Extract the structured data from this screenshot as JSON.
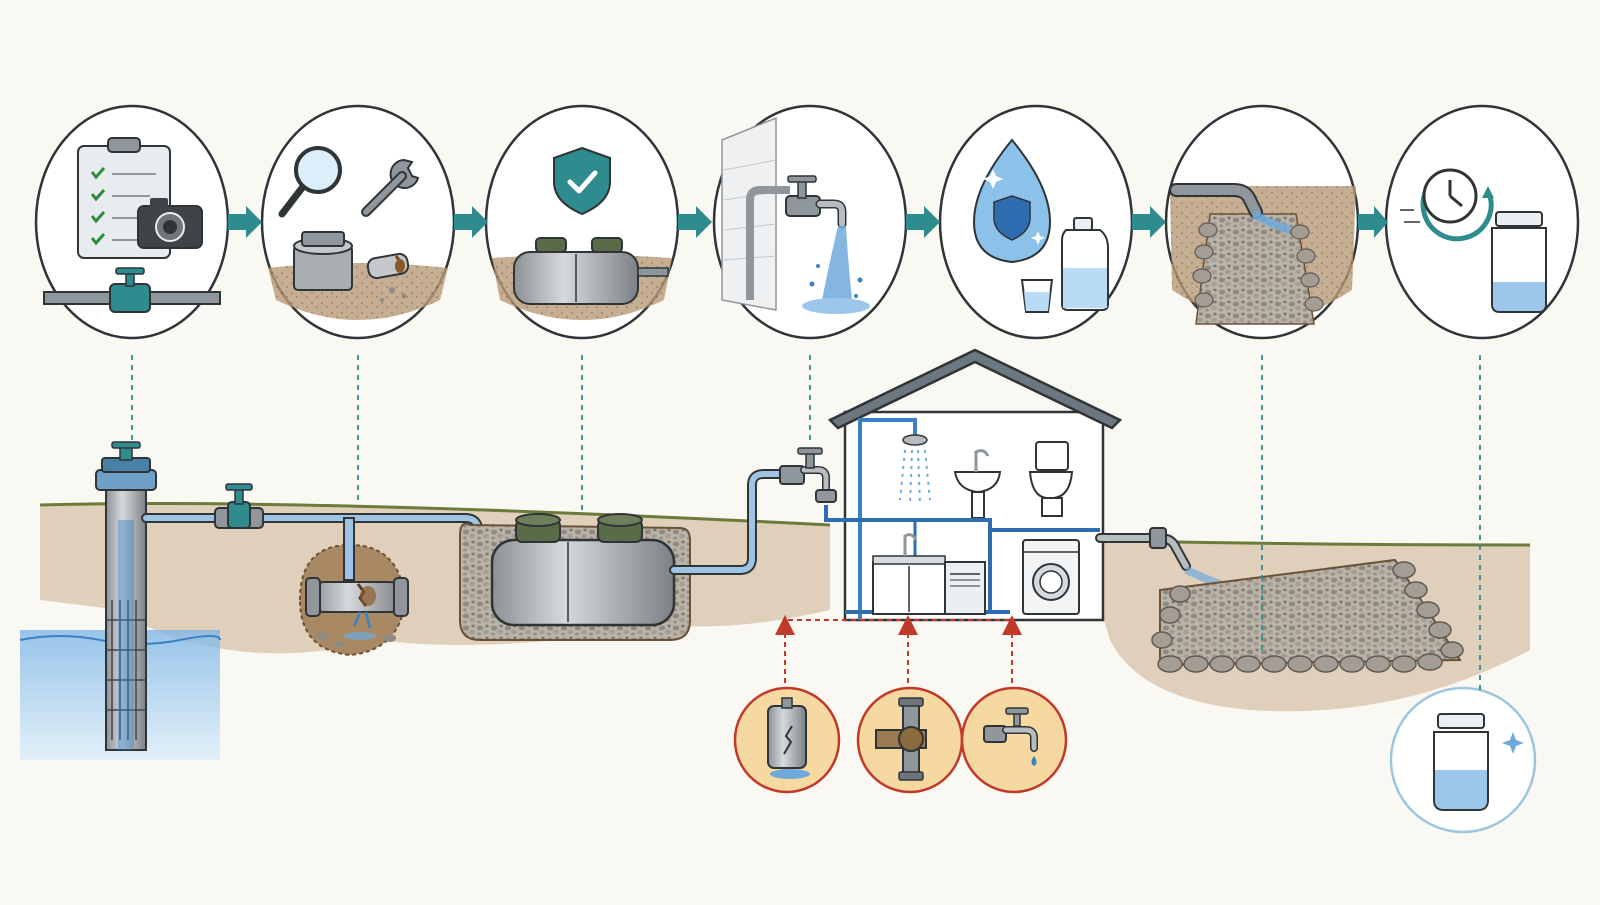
{
  "diagram": {
    "colors": {
      "background": "#faf8f3",
      "outline": "#2f3437",
      "pipe_blue": "#3b82c4",
      "water": "#6fa9dc",
      "teal": "#2e8b8e",
      "soil": "#8a6a48",
      "warning_red": "#c0392b",
      "warning_fill": "#f6d9a0",
      "gravel": "#b9b3a8"
    },
    "process_steps": [
      {
        "id": "inspect-document",
        "icons": [
          "clipboard-checklist-icon",
          "camera-icon",
          "valve-icon"
        ]
      },
      {
        "id": "inspect-repair",
        "icons": [
          "magnifier-icon",
          "wrench-icon",
          "tank-lid-icon",
          "broken-pipe-icon"
        ]
      },
      {
        "id": "secure-tank",
        "icons": [
          "shield-check-icon",
          "septic-tank-icon"
        ]
      },
      {
        "id": "outdoor-faucet",
        "icons": [
          "faucet-icon",
          "water-flow-icon"
        ]
      },
      {
        "id": "water-treatment",
        "icons": [
          "water-drop-shield-icon",
          "bleach-jug-icon",
          "cup-icon"
        ]
      },
      {
        "id": "drain-field",
        "icons": [
          "outlet-pipe-icon",
          "gravel-bed-icon"
        ]
      },
      {
        "id": "wait-and-sample",
        "icons": [
          "clock-icon",
          "sample-jar-icon"
        ]
      }
    ],
    "system": [
      "well",
      "main-valve",
      "leaking-buried-pipe",
      "septic-tank",
      "house",
      "drain-field",
      "sample-bottle"
    ],
    "leak_checks": [
      "cracked-water-heater-icon",
      "corroded-fitting-icon",
      "dripping-faucet-icon"
    ]
  }
}
